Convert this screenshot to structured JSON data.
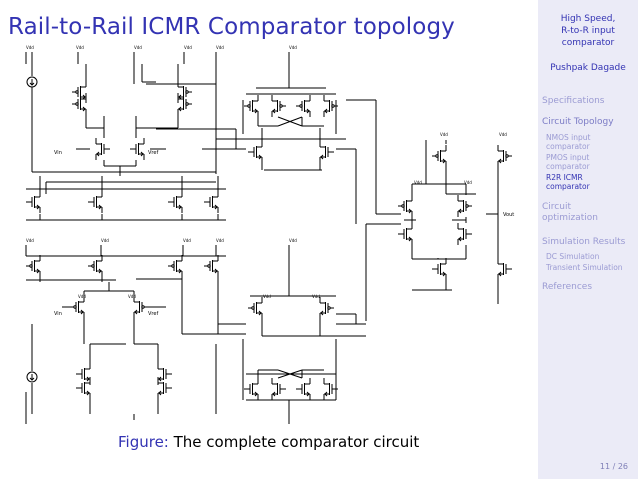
{
  "frame": {
    "title": "Rail-to-Rail ICMR Comparator topology"
  },
  "schematic": {
    "labels": {
      "vin_top": "Vin",
      "vref_top": "Vref",
      "vin_bottom": "Vin",
      "vref_bottom": "Vref",
      "vout": "Vout",
      "vdd": "Vdd"
    }
  },
  "caption": {
    "label": "Figure:",
    "text": "The complete comparator circuit"
  },
  "sidebar": {
    "title_lines": [
      "High Speed,",
      "R-to-R input",
      "comparator"
    ],
    "author": "Pushpak Dagade",
    "sections": [
      {
        "label": "Specifications"
      },
      {
        "label": "Circuit Topology",
        "subsections": [
          {
            "lines": [
              "NMOS input",
              "comparator"
            ]
          },
          {
            "lines": [
              "PMOS input",
              "comparator"
            ]
          },
          {
            "lines": [
              "R2R ICMR",
              "comparator"
            ]
          }
        ]
      },
      {
        "lines": [
          "Circuit",
          "optimization"
        ]
      },
      {
        "label": "Simulation Results",
        "subsections": [
          {
            "lines": [
              "DC Simulation"
            ]
          },
          {
            "lines": [
              "Transient Simulation"
            ]
          }
        ]
      },
      {
        "label": "References"
      }
    ],
    "page": "11 / 26"
  }
}
